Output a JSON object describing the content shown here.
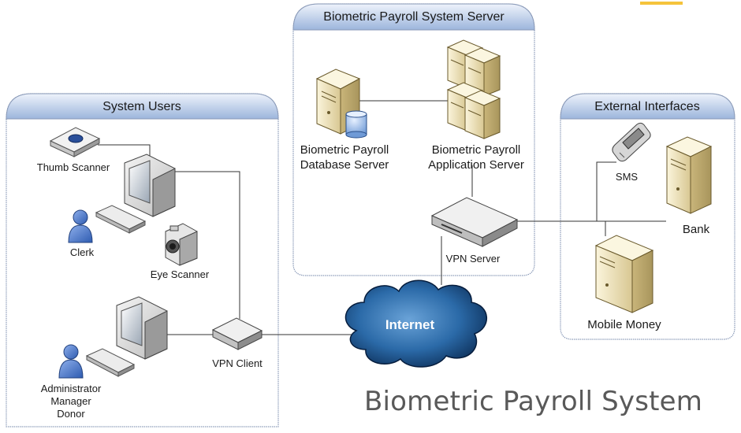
{
  "groups": {
    "system_users": "System Users",
    "server": "Biometric Payroll System Server",
    "external": "External Interfaces"
  },
  "labels": {
    "thumb_scanner": "Thumb Scanner",
    "clerk": "Clerk",
    "eye_scanner": "Eye Scanner",
    "admin_line1": "Administrator",
    "admin_line2": "Manager",
    "admin_line3": "Donor",
    "vpn_client": "VPN Client",
    "internet": "Internet",
    "db_server_line1": "Biometric Payroll",
    "db_server_line2": "Database Server",
    "app_server_line1": "Biometric Payroll",
    "app_server_line2": "Application Server",
    "vpn_server": "VPN Server",
    "sms": "SMS",
    "bank": "Bank",
    "mobile_money": "Mobile Money"
  },
  "title": "Biometric Payroll System",
  "colors": {
    "panel_header_top": "#e8eef8",
    "panel_header_bottom": "#9fb7dc",
    "cloud_dark": "#0b2f5a",
    "cloud_light": "#4f88c4",
    "server_body": "#efe3b8",
    "person": "#4a78c8",
    "accent": "#f5c33b"
  }
}
